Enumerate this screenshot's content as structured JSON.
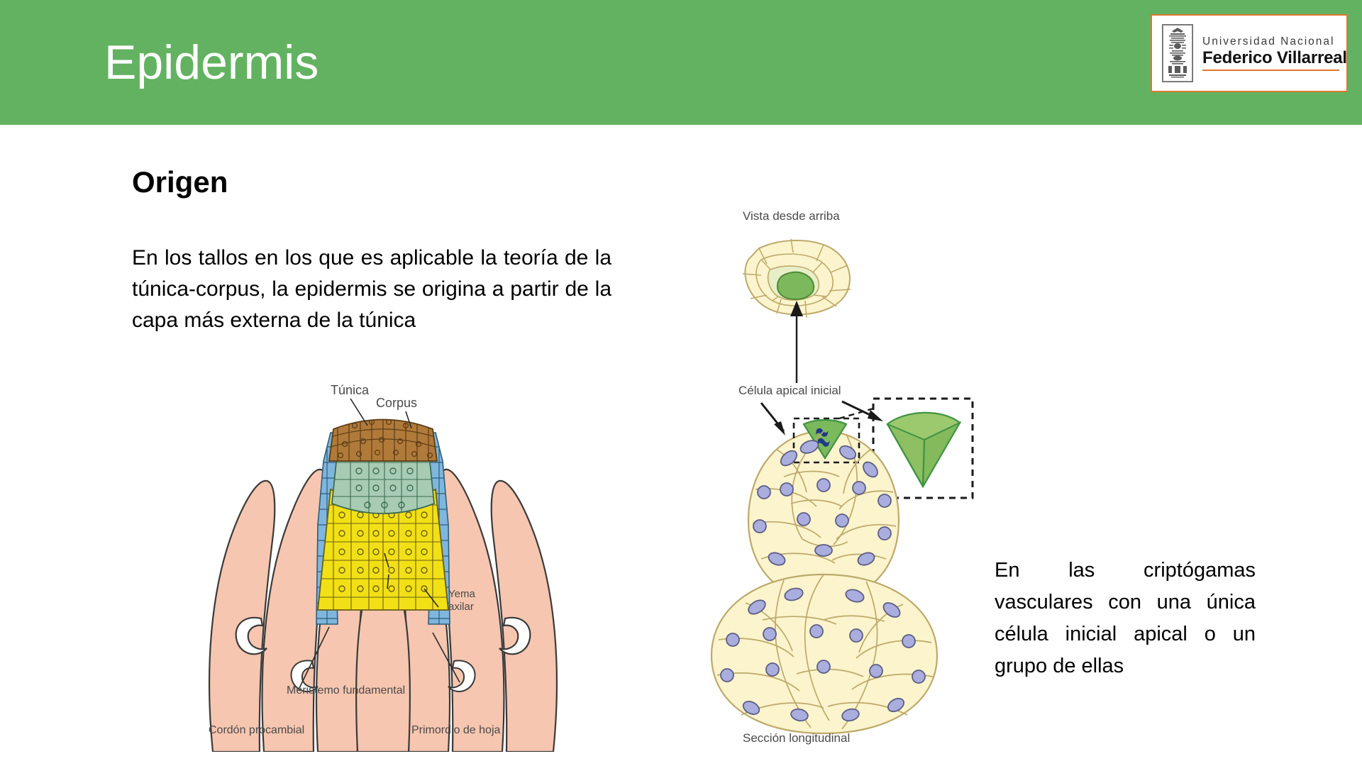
{
  "header": {
    "title": "Epidermis",
    "band_color": "#63b261"
  },
  "logo": {
    "line1": "Universidad Nacional",
    "line2": "Federico Villarreal",
    "emblem_name": "chavin-stele-emblem",
    "border_color": "#e0762c",
    "rule_color": "#e0762c"
  },
  "content": {
    "heading": "Origen",
    "left_paragraph": "En los tallos en los que es aplicable la teoría de la túnica-corpus, la epidermis se origina a partir de la capa más externa de la túnica",
    "right_paragraph": "En las criptógamas vasculares con una única célula inicial apical o un grupo de ellas"
  },
  "figure_shoot_apex": {
    "name": "shoot-apical-meristem-diagram",
    "labels": {
      "tunica": "Túnica",
      "corpus": "Corpus",
      "yema_axilar_line1": "Yema",
      "yema_axilar_line2": "axilar",
      "meristemo_fundamental": "Meristemo fundamental",
      "cordon_procambial": "Cordón procambial",
      "primordio_de_hoja": "Primordio de hoja"
    },
    "colors": {
      "leaf_tissue": "#f6c6b0",
      "tunica_cells": "#b07a3a",
      "corpus_cells": "#a8cbb4",
      "ground_meristem": "#f2e017",
      "procambium": "#7fb6dd",
      "outline": "#3a3a3a"
    }
  },
  "figure_apical_cell": {
    "name": "apical-cell-diagram",
    "labels": {
      "vista_desde_arriba": "Vista desde arriba",
      "celula_apical_inicial": "Célula apical inicial",
      "seccion_longitudinal": "Sección longitudinal"
    },
    "colors": {
      "cell_fill": "#fbf4cd",
      "cell_wall": "#bda96a",
      "apical_cell": "#7cb85c",
      "nucleus": "#a9aede",
      "nucleus_outline": "#6a6a8f",
      "inset_border": "#1a1a1a"
    }
  }
}
